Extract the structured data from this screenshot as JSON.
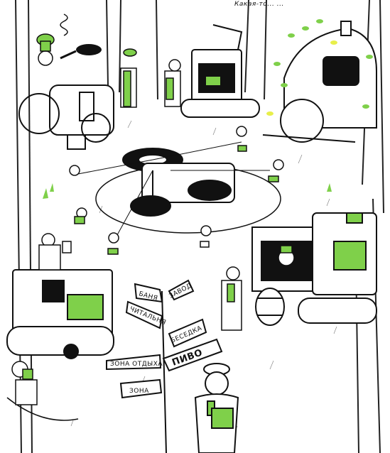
{
  "caption_fragment": "Какая-то... ...",
  "signs": {
    "bania": "БАНЯ",
    "chitalnya": "ЧИТАЛЬНЯ",
    "gazebo": "БЕСЕДКА",
    "zona_otdyha": "ЗОНА ОТДЫХА",
    "pivo": "ПИВО",
    "zona": "ЗОНА",
    "top_right": "ЗАВОД"
  },
  "colors": {
    "accent_green": "#7fd04a",
    "accent_yellow": "#e8ef4a",
    "ink": "#111111",
    "paper": "#ffffff"
  }
}
